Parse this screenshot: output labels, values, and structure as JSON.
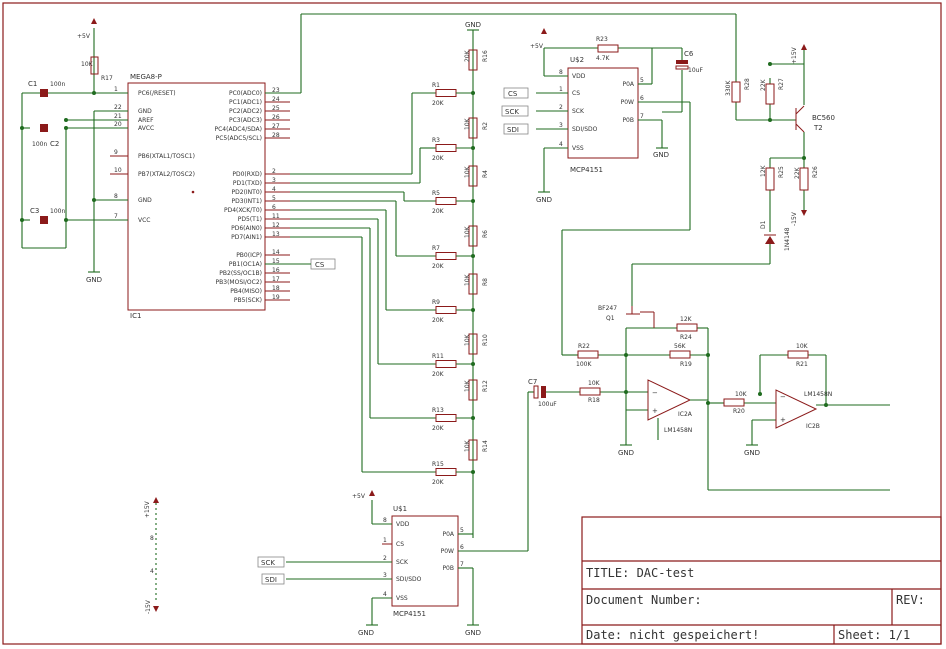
{
  "title_block": {
    "title": "TITLE:  DAC-test",
    "document": "Document Number:",
    "rev": "REV:",
    "date": "Date: nicht gespeichert!",
    "sheet": "Sheet: 1/1"
  },
  "ic1": {
    "name": "MEGA8-P",
    "ref": "IC1",
    "left_pins": [
      {
        "n": "1",
        "name": "PC6(/RESET)"
      },
      {
        "n": "22",
        "name": "GND"
      },
      {
        "n": "21",
        "name": "AREF"
      },
      {
        "n": "20",
        "name": "AVCC"
      },
      {
        "n": "9",
        "name": "PB6(XTAL1/TOSC1)"
      },
      {
        "n": "10",
        "name": "PB7(XTAL2/TOSC2)"
      },
      {
        "n": "8",
        "name": "GND"
      },
      {
        "n": "7",
        "name": "VCC"
      }
    ],
    "right_pins": [
      {
        "n": "23",
        "name": "PC0(ADC0)"
      },
      {
        "n": "24",
        "name": "PC1(ADC1)"
      },
      {
        "n": "25",
        "name": "PC2(ADC2)"
      },
      {
        "n": "26",
        "name": "PC3(ADC3)"
      },
      {
        "n": "27",
        "name": "PC4(ADC4/SDA)"
      },
      {
        "n": "28",
        "name": "PC5(ADC5/SCL)"
      },
      {
        "n": "2",
        "name": "PD0(RXD)"
      },
      {
        "n": "3",
        "name": "PD1(TXD)"
      },
      {
        "n": "4",
        "name": "PD2(INT0)"
      },
      {
        "n": "5",
        "name": "PD3(INT1)"
      },
      {
        "n": "6",
        "name": "PD4(XCK/T0)"
      },
      {
        "n": "11",
        "name": "PD5(T1)"
      },
      {
        "n": "12",
        "name": "PD6(AIN0)"
      },
      {
        "n": "13",
        "name": "PD7(AIN1)"
      },
      {
        "n": "14",
        "name": "PB0(ICP)"
      },
      {
        "n": "15",
        "name": "PB1(OC1A)"
      },
      {
        "n": "16",
        "name": "PB2(SS/OC1B)"
      },
      {
        "n": "17",
        "name": "PB3(MOSI/OC2)"
      },
      {
        "n": "18",
        "name": "PB4(MISO)"
      },
      {
        "n": "19",
        "name": "PB5(SCK)"
      }
    ]
  },
  "mcp_top": {
    "ref": "U$2",
    "name": "MCP4151",
    "left": [
      {
        "n": "8",
        "name": "VDD"
      },
      {
        "n": "1",
        "name": "CS"
      },
      {
        "n": "2",
        "name": "SCK"
      },
      {
        "n": "3",
        "name": "SDI/SDO"
      },
      {
        "n": "4",
        "name": "VSS"
      }
    ],
    "right": [
      {
        "n": "5",
        "name": "P0A"
      },
      {
        "n": "6",
        "name": "P0W"
      },
      {
        "n": "7",
        "name": "P0B"
      }
    ]
  },
  "mcp_bottom": {
    "ref": "U$1",
    "name": "MCP4151",
    "left": [
      {
        "n": "8",
        "name": "VDD"
      },
      {
        "n": "1",
        "name": "CS"
      },
      {
        "n": "2",
        "name": "SCK"
      },
      {
        "n": "3",
        "name": "SDI/SDO"
      },
      {
        "n": "4",
        "name": "VSS"
      }
    ],
    "right": [
      {
        "n": "5",
        "name": "P0A"
      },
      {
        "n": "6",
        "name": "P0W"
      },
      {
        "n": "7",
        "name": "P0B"
      }
    ]
  },
  "caps": [
    {
      "ref": "C1",
      "val": "100n"
    },
    {
      "ref": "C2",
      "val": "100n"
    },
    {
      "ref": "C3",
      "val": "100n"
    },
    {
      "ref": "C6",
      "val": "10uF"
    },
    {
      "ref": "C7",
      "val": "100uF"
    }
  ],
  "ladder": [
    {
      "ref": "R1",
      "val": "20K"
    },
    {
      "ref": "R3",
      "val": "20K"
    },
    {
      "ref": "R5",
      "val": "20K"
    },
    {
      "ref": "R7",
      "val": "20K"
    },
    {
      "ref": "R9",
      "val": "20K"
    },
    {
      "ref": "R11",
      "val": "20K"
    },
    {
      "ref": "R13",
      "val": "20K"
    },
    {
      "ref": "R15",
      "val": "20K"
    }
  ],
  "ladder_v": [
    {
      "ref": "R16",
      "val": "20K"
    },
    {
      "ref": "R2",
      "val": "10K"
    },
    {
      "ref": "R4",
      "val": "10K"
    },
    {
      "ref": "R6",
      "val": "10K"
    },
    {
      "ref": "R8",
      "val": "10K"
    },
    {
      "ref": "R10",
      "val": "10K"
    },
    {
      "ref": "R12",
      "val": "10K"
    },
    {
      "ref": "R14",
      "val": "10K"
    }
  ],
  "misc_res": [
    {
      "ref": "R17",
      "val": "10K"
    },
    {
      "ref": "R23",
      "val": "4.7K"
    },
    {
      "ref": "R28",
      "val": "330K"
    },
    {
      "ref": "R27",
      "val": "22K"
    },
    {
      "ref": "R25",
      "val": "12K"
    },
    {
      "ref": "R26",
      "val": "22K"
    },
    {
      "ref": "R22",
      "val": "100K"
    },
    {
      "ref": "R24",
      "val": "12K"
    },
    {
      "ref": "R19",
      "val": "56K"
    },
    {
      "ref": "R18",
      "val": "10K"
    },
    {
      "ref": "R20",
      "val": "10K"
    },
    {
      "ref": "R21",
      "val": "10K"
    }
  ],
  "parts": {
    "q1": "BF247",
    "q1_ref": "Q1",
    "t2": "BC560",
    "t2_ref": "T2",
    "d1": "1N4148",
    "d1_ref": "D1",
    "opamp_a": "LM1458N",
    "opamp_a_ref": "IC2A",
    "opamp_b": "LM1458N",
    "opamp_b_ref": "IC2B"
  },
  "nets": {
    "gnd": "GND",
    "p5v": "+5V",
    "p15v": "+15V",
    "m15v": "-15V",
    "cs": "CS",
    "sck": "SCK",
    "sdi": "SDI"
  },
  "power_sym": {
    "p8": "8",
    "p4": "4"
  }
}
